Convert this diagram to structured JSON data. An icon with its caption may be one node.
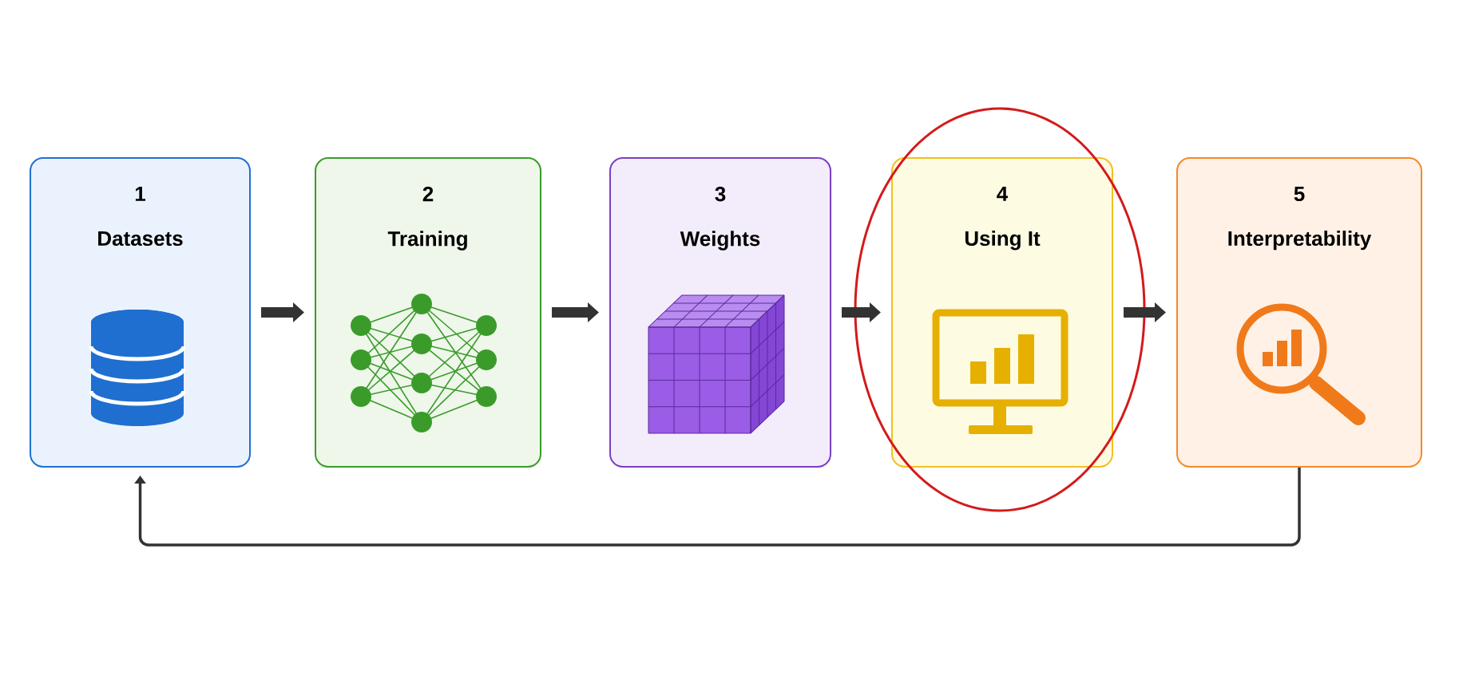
{
  "diagram": {
    "nodes": [
      {
        "text": [
          "1",
          "Datasets"
        ]
      },
      {
        "text": [
          "2",
          "Training"
        ]
      },
      {
        "text": [
          "3",
          "Weights"
        ]
      },
      {
        "text": [
          "4",
          "Using It"
        ]
      },
      {
        "text": [
          "5",
          "Interpretability"
        ]
      }
    ],
    "edges": [
      {
        "from": 0,
        "to": 1,
        "arrow": "to"
      },
      {
        "from": 1,
        "to": 2,
        "arrow": "to"
      },
      {
        "from": 2,
        "to": 3,
        "arrow": "to"
      },
      {
        "from": 3,
        "to": 4,
        "arrow": "to"
      },
      {
        "from": 4,
        "to": 0,
        "arrow": "to"
      }
    ]
  }
}
